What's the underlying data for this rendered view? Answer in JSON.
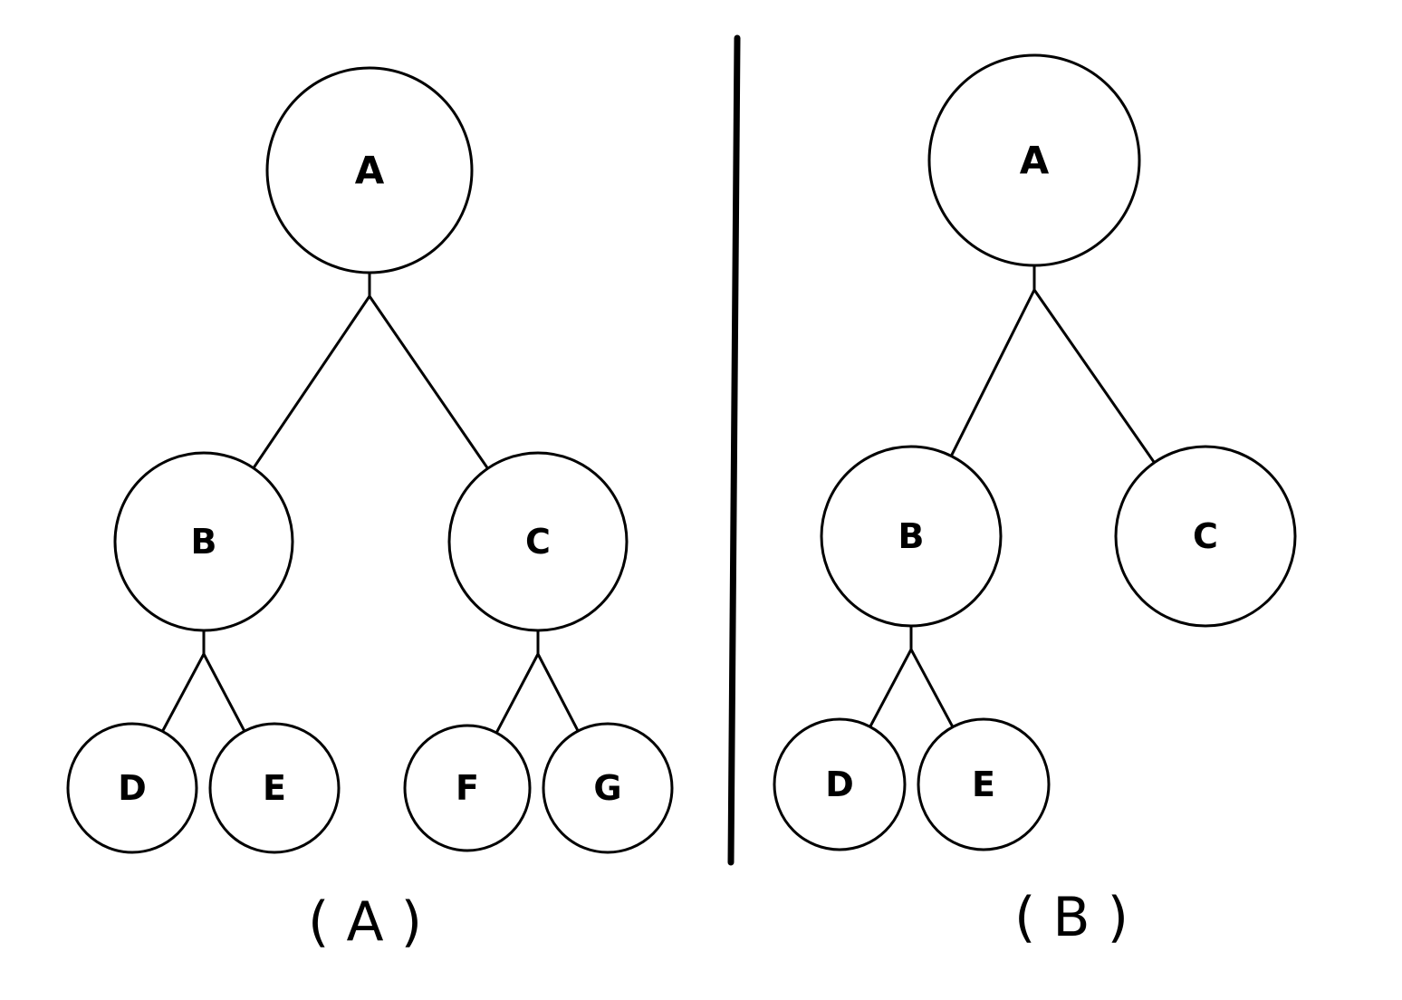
{
  "trees": [
    {
      "caption": "( A )",
      "nodes": [
        {
          "id": "A",
          "label": "A"
        },
        {
          "id": "B",
          "label": "B"
        },
        {
          "id": "C",
          "label": "C"
        },
        {
          "id": "D",
          "label": "D"
        },
        {
          "id": "E",
          "label": "E"
        },
        {
          "id": "F",
          "label": "F"
        },
        {
          "id": "G",
          "label": "G"
        }
      ],
      "edges": [
        [
          "A",
          "B"
        ],
        [
          "A",
          "C"
        ],
        [
          "B",
          "D"
        ],
        [
          "B",
          "E"
        ],
        [
          "C",
          "F"
        ],
        [
          "C",
          "G"
        ]
      ]
    },
    {
      "caption": "( B )",
      "nodes": [
        {
          "id": "A",
          "label": "A"
        },
        {
          "id": "B",
          "label": "B"
        },
        {
          "id": "C",
          "label": "C"
        },
        {
          "id": "D",
          "label": "D"
        },
        {
          "id": "E",
          "label": "E"
        }
      ],
      "edges": [
        [
          "A",
          "B"
        ],
        [
          "A",
          "C"
        ],
        [
          "B",
          "D"
        ],
        [
          "B",
          "E"
        ]
      ]
    }
  ]
}
